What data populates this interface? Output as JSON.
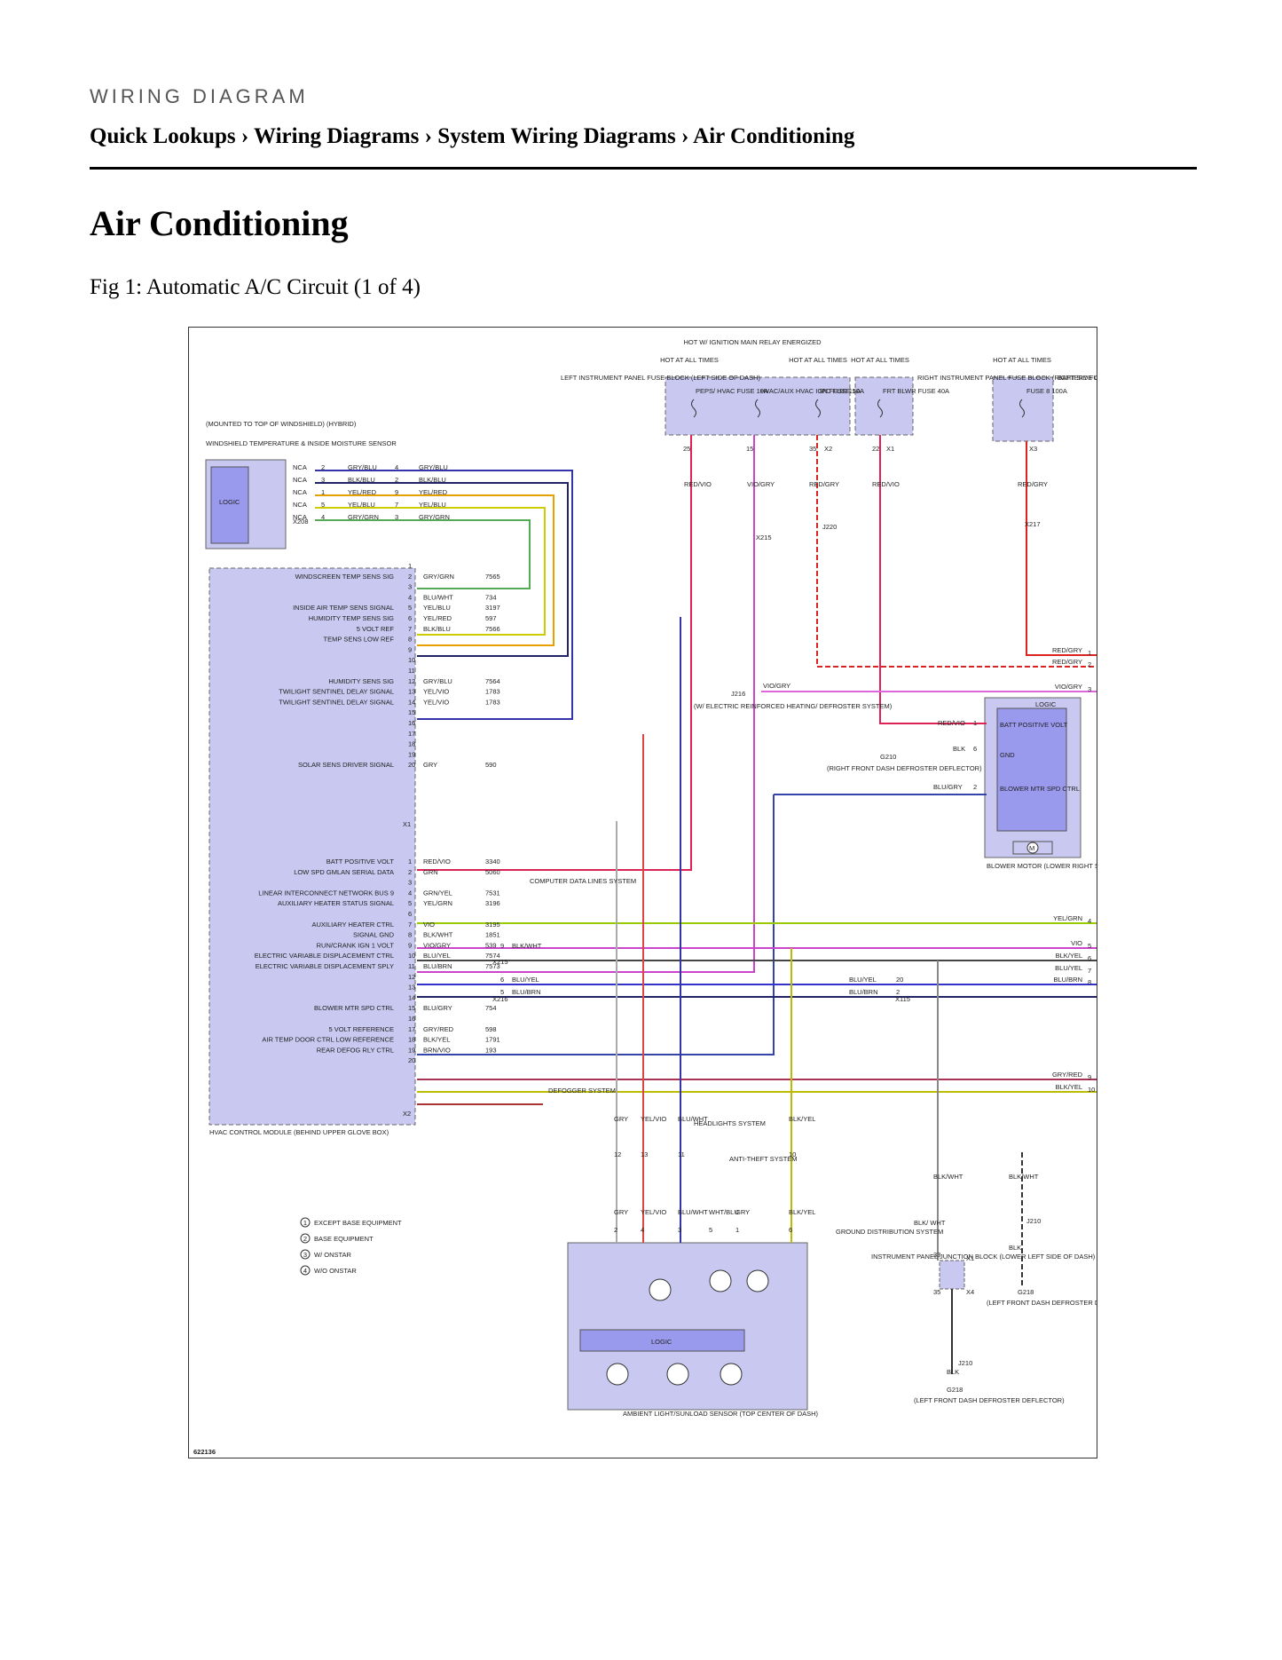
{
  "header": {
    "kicker": "WIRING DIAGRAM",
    "breadcrumb": "Quick Lookups › Wiring Diagrams › System Wiring Diagrams › Air Conditioning",
    "title": "Air Conditioning",
    "figure_caption": "Fig 1: Automatic A/C Circuit (1 of 4)"
  },
  "diagram": {
    "figure_id": "622136",
    "power": {
      "hot_at_all_times_1": "HOT AT ALL TIMES",
      "hot_w_ign": "HOT W/ IGNITION MAIN RELAY ENERGIZED",
      "hot_at_all_times_2": "HOT AT ALL TIMES",
      "hot_at_all_times_3": "HOT AT ALL TIMES",
      "hot_at_all_times_4": "HOT AT ALL TIMES",
      "left_ip_fuse_block": "LEFT INSTRUMENT PANEL FUSE BLOCK (LEFT SIDE OF DASH)",
      "right_ip_fuse_block": "RIGHT INSTRUMENT PANEL FUSE BLOCK (RIGHT SIDE OF DASH)",
      "battery_fuse_block": "BATTERY FUSE BLOCK (ENGINE COMPT, TOP RIGHT)",
      "fuses": [
        {
          "name": "PEPS/ HVAC FUSE 10A",
          "pin": "25",
          "wire": "RED/VIO"
        },
        {
          "name": "HVAC/AUX HVAC IGN FUSE 15A",
          "pin": "15",
          "wire": "VIO/GRY"
        },
        {
          "name": "IPC FUSE 10A",
          "pin": "35",
          "wire": "RED/GRY"
        },
        {
          "name": "FRT BLWR FUSE 40A",
          "pin": "22",
          "wire": "RED/VIO"
        },
        {
          "name": "FUSE 8 100A",
          "pin": "",
          "wire": "RED/GRY"
        }
      ],
      "conn_x2": "X2",
      "conn_x1": "X1",
      "conn_x3": "X3",
      "conn_x215": "X215",
      "conn_x217": "X217",
      "splice_j220": "J220"
    },
    "sensor": {
      "mount_note": "(MOUNTED TO TOP OF WINDSHIELD) (HYBRID)",
      "name": "WINDSHIELD TEMPERATURE & INSIDE MOISTURE SENSOR",
      "logic": "LOGIC",
      "nca": "NCA",
      "connector": "X208",
      "pins": [
        {
          "pin": "2",
          "wire": "GRY/BLU",
          "pin2": "4",
          "wire2": "GRY/BLU"
        },
        {
          "pin": "3",
          "wire": "BLK/BLU",
          "pin2": "2",
          "wire2": "BLK/BLU"
        },
        {
          "pin": "1",
          "wire": "YEL/RED",
          "pin2": "9",
          "wire2": "YEL/RED"
        },
        {
          "pin": "5",
          "wire": "YEL/BLU",
          "pin2": "7",
          "wire2": "YEL/BLU"
        },
        {
          "pin": "4",
          "wire": "GRY/GRN",
          "pin2": "3",
          "wire2": "GRY/GRN"
        }
      ]
    },
    "hvac_module": {
      "name": "HVAC CONTROL MODULE (BEHIND UPPER GLOVE BOX)",
      "conn_x1": "X1",
      "conn_x2": "X2",
      "x1_rows": [
        {
          "pin": "1",
          "label": "",
          "wire": "",
          "circuit": ""
        },
        {
          "pin": "2",
          "label": "WINDSCREEN TEMP SENS SIG",
          "wire": "GRY/GRN",
          "circuit": "7565"
        },
        {
          "pin": "3",
          "label": "",
          "wire": "",
          "circuit": ""
        },
        {
          "pin": "4",
          "label": "",
          "wire": "BLU/WHT",
          "circuit": "734"
        },
        {
          "pin": "5",
          "label": "INSIDE AIR TEMP SENS SIGNAL",
          "wire": "YEL/BLU",
          "circuit": "3197"
        },
        {
          "pin": "6",
          "label": "HUMIDITY TEMP SENS SIG",
          "wire": "YEL/RED",
          "circuit": "597"
        },
        {
          "pin": "7",
          "label": "5 VOLT REF",
          "wire": "BLK/BLU",
          "circuit": "7566"
        },
        {
          "pin": "8",
          "label": "TEMP SENS LOW REF",
          "wire": "",
          "circuit": ""
        },
        {
          "pin": "9",
          "label": "",
          "wire": "",
          "circuit": ""
        },
        {
          "pin": "10",
          "label": "",
          "wire": "",
          "circuit": ""
        },
        {
          "pin": "11",
          "label": "",
          "wire": "",
          "circuit": ""
        },
        {
          "pin": "12",
          "label": "HUMIDITY SENS SIG",
          "wire": "GRY/BLU",
          "circuit": "7564"
        },
        {
          "pin": "13",
          "label": "TWILIGHT SENTINEL DELAY SIGNAL",
          "wire": "YEL/VIO",
          "circuit": "1783"
        },
        {
          "pin": "14",
          "label": "TWILIGHT SENTINEL DELAY SIGNAL",
          "wire": "YEL/VIO",
          "circuit": "1783"
        },
        {
          "pin": "15",
          "label": "",
          "wire": "",
          "circuit": ""
        },
        {
          "pin": "16",
          "label": "",
          "wire": "",
          "circuit": ""
        },
        {
          "pin": "17",
          "label": "",
          "wire": "",
          "circuit": ""
        },
        {
          "pin": "18",
          "label": "",
          "wire": "",
          "circuit": ""
        },
        {
          "pin": "19",
          "label": "",
          "wire": "",
          "circuit": ""
        },
        {
          "pin": "20",
          "label": "SOLAR SENS DRIVER SIGNAL",
          "wire": "GRY",
          "circuit": "590"
        }
      ],
      "x2_rows": [
        {
          "pin": "1",
          "label": "BATT POSITIVE VOLT",
          "wire": "RED/VIO",
          "circuit": "3340"
        },
        {
          "pin": "2",
          "label": "LOW SPD GMLAN SERIAL DATA",
          "wire": "GRN",
          "circuit": "5060"
        },
        {
          "pin": "3",
          "label": "",
          "wire": "",
          "circuit": ""
        },
        {
          "pin": "4",
          "label": "LINEAR INTERCONNECT NETWORK BUS 9",
          "wire": "GRN/YEL",
          "circuit": "7531"
        },
        {
          "pin": "5",
          "label": "AUXILIARY HEATER STATUS SIGNAL",
          "wire": "YEL/GRN",
          "circuit": "3196"
        },
        {
          "pin": "6",
          "label": "",
          "wire": "",
          "circuit": ""
        },
        {
          "pin": "7",
          "label": "AUXILIARY HEATER CTRL",
          "wire": "VIO",
          "circuit": "3195"
        },
        {
          "pin": "8",
          "label": "SIGNAL GND",
          "wire": "BLK/WHT",
          "circuit": "1851"
        },
        {
          "pin": "9",
          "label": "RUN/CRANK IGN 1 VOLT",
          "wire": "VIO/GRY",
          "circuit": "539"
        },
        {
          "pin": "10",
          "label": "ELECTRIC VARIABLE DISPLACEMENT CTRL",
          "wire": "BLU/YEL",
          "circuit": "7574"
        },
        {
          "pin": "11",
          "label": "ELECTRIC VARIABLE DISPLACEMENT SPLY",
          "wire": "BLU/BRN",
          "circuit": "7573"
        },
        {
          "pin": "12",
          "label": "",
          "wire": "",
          "circuit": ""
        },
        {
          "pin": "13",
          "label": "",
          "wire": "",
          "circuit": ""
        },
        {
          "pin": "14",
          "label": "",
          "wire": "",
          "circuit": ""
        },
        {
          "pin": "15",
          "label": "BLOWER MTR SPD CTRL",
          "wire": "BLU/GRY",
          "circuit": "754"
        },
        {
          "pin": "16",
          "label": "",
          "wire": "",
          "circuit": ""
        },
        {
          "pin": "17",
          "label": "5 VOLT REFERENCE",
          "wire": "GRY/RED",
          "circuit": "598"
        },
        {
          "pin": "18",
          "label": "AIR TEMP DOOR CTRL LOW REFERENCE",
          "wire": "BLK/YEL",
          "circuit": "1791"
        },
        {
          "pin": "19",
          "label": "REAR DEFOG RLY CTRL",
          "wire": "BRN/VIO",
          "circuit": "193"
        },
        {
          "pin": "20",
          "label": "",
          "wire": "",
          "circuit": ""
        }
      ]
    },
    "computer_data_lines": "COMPUTER DATA LINES SYSTEM",
    "defogger_system": "DEFOGGER SYSTEM",
    "blower": {
      "name": "BLOWER MOTOR (LOWER RIGHT SIDE OF HVAC MODULE)",
      "logic": "LOGIC",
      "batt_positive": "BATT POSITIVE VOLT",
      "gnd": "GND",
      "spd_ctrl": "BLOWER MTR SPD CTRL",
      "m": "M",
      "pin_1": "1",
      "pin_6": "6",
      "pin_2": "2",
      "wire_red_vio": "RED/VIO",
      "wire_blk": "BLK",
      "wire_blu_gry": "BLU/GRY",
      "g210": "G210",
      "g210_desc": "(RIGHT FRONT DASH DEFROSTER DEFLECTOR)",
      "j216": "J216",
      "j216_desc": "(W/ ELECTRIC REINFORCED HEATING/ DEFROSTER SYSTEM)",
      "wire_vio_gry": "VIO/GRY"
    },
    "right_edge": [
      {
        "n": "1",
        "wire": "RED/GRY"
      },
      {
        "n": "2",
        "wire": "RED/GRY"
      },
      {
        "n": "3",
        "wire": "VIO/GRY"
      },
      {
        "n": "4",
        "wire": "YEL/GRN"
      },
      {
        "n": "5",
        "wire": "VIO"
      },
      {
        "n": "6",
        "wire": "BLK/YEL"
      },
      {
        "n": "7",
        "wire": "BLU/YEL"
      },
      {
        "n": "8",
        "wire": "BLU/BRN"
      },
      {
        "n": "9",
        "wire": "GRY/RED"
      },
      {
        "n": "10",
        "wire": "BLK/YEL"
      }
    ],
    "x215_inline": {
      "conn_x215": "X215",
      "conn_x216": "X216",
      "conn_x115": "X115",
      "blk_wht": "BLK/WHT",
      "blu_yel": "BLU/YEL",
      "blu_brn": "BLU/BRN",
      "p9": "9",
      "p6": "6",
      "p5": "5",
      "p20": "20",
      "p2": "2"
    },
    "sensor_bottom": {
      "name": "AMBIENT LIGHT/SUNLOAD SENSOR (TOP CENTER OF DASH)",
      "logic": "LOGIC",
      "headlights": "HEADLIGHTS SYSTEM",
      "anti_theft": "ANTI-THEFT SYSTEM",
      "wires_top": [
        "GRY",
        "YEL/VIO",
        "BLU/WHT",
        "BLK/YEL"
      ],
      "pins_top": [
        "12",
        "13",
        "11",
        "10"
      ],
      "wires_bottom": [
        "GRY",
        "YEL/VIO",
        "BLU/WHT",
        "WHT/BLU",
        "GRY",
        "BLK/YEL"
      ],
      "pins_bottom": [
        "2",
        "4",
        "3",
        "5",
        "1",
        "6"
      ]
    },
    "ground_right": {
      "ground_dist": "GROUND DISTRIBUTION SYSTEM",
      "blk_wht_short": "BLK/ WHT",
      "ipjb": "INSTRUMENT PANEL JUNCTION BLOCK (LOWER LEFT SIDE OF DASH)",
      "g218_a": "G218",
      "g218_a_desc": "(LEFT FRONT DASH DEFROSTER DEFLECTOR)",
      "g218_b": "G218",
      "g218_b_desc": "(LEFT FRONT DASH DEFROSTER DEFLECTOR)",
      "j210_a": "J210",
      "j210_b": "J210",
      "wire_blk_wht": "BLK/WHT",
      "wire_blk": "BLK",
      "x1": "X1",
      "x4": "X4",
      "p33": "33",
      "p35": "35"
    },
    "legend": [
      {
        "n": "1",
        "text": "EXCEPT BASE EQUIPMENT"
      },
      {
        "n": "2",
        "text": "BASE EQUIPMENT"
      },
      {
        "n": "3",
        "text": "W/ ONSTAR"
      },
      {
        "n": "4",
        "text": "W/O ONSTAR"
      }
    ]
  }
}
